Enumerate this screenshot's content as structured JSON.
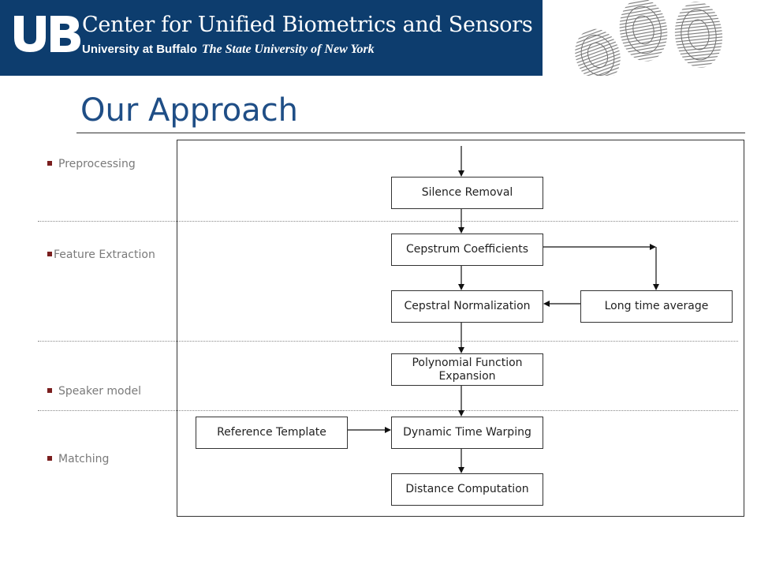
{
  "header": {
    "logo_text": "UB",
    "title": "Center for Unified Biometrics and Sensors",
    "university": "University at Buffalo",
    "suny": "The State University of New York"
  },
  "slide": {
    "title": "Our Approach"
  },
  "stages": [
    {
      "label": "Preprocessing"
    },
    {
      "label": "Feature Extraction"
    },
    {
      "label": "Speaker model"
    },
    {
      "label": "Matching"
    }
  ],
  "nodes": {
    "silence_removal": "Silence Removal",
    "cepstrum_coefficients": "Cepstrum Coefficients",
    "cepstral_normalization": "Cepstral Normalization",
    "long_time_average": "Long time average",
    "polynomial_expansion": "Polynomial Function Expansion",
    "reference_template": "Reference Template",
    "dynamic_time_warping": "Dynamic Time Warping",
    "distance_computation": "Distance Computation"
  },
  "colors": {
    "header_bg": "#0d3d6e",
    "title_color": "#1f4e86",
    "bullet_color": "#7a1e1e"
  }
}
